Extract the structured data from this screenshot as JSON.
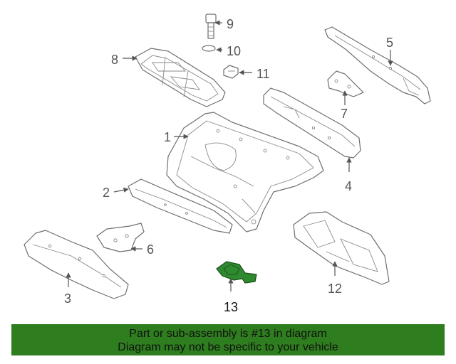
{
  "diagram": {
    "callouts": [
      "1",
      "2",
      "3",
      "4",
      "5",
      "6",
      "7",
      "8",
      "9",
      "10",
      "11",
      "12",
      "13"
    ],
    "highlighted_part": "13",
    "highlight_color": "#2f8a2f"
  },
  "banner": {
    "line1": "Part or sub-assembly is #13 in diagram",
    "line2": "Diagram may not be specific to your vehicle",
    "background": "#2e7d1e"
  }
}
